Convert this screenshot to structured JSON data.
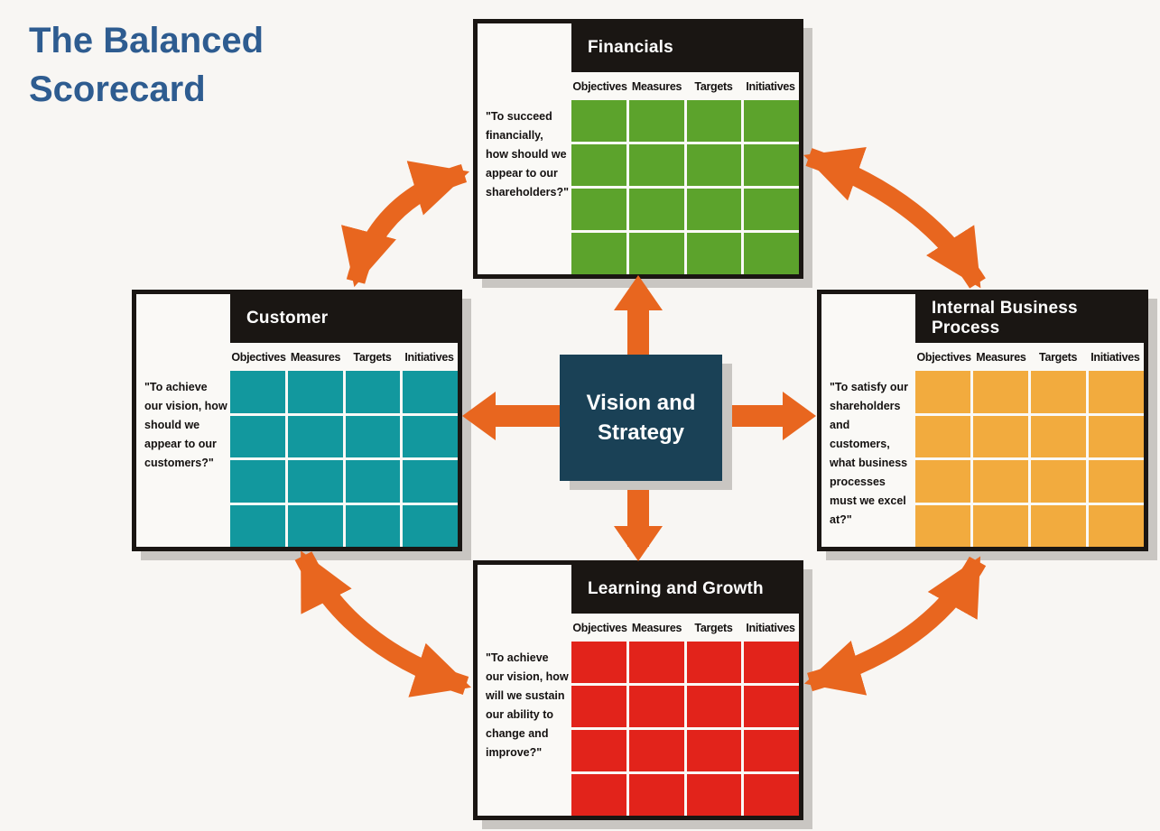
{
  "page_title": "The Balanced Scorecard",
  "center": {
    "label": "Vision and Strategy"
  },
  "columns": [
    "Objectives",
    "Measures",
    "Targets",
    "Initiatives"
  ],
  "cards": {
    "financials": {
      "title": "Financials",
      "question": "\"To succeed financially, how should we appear to our shareholders?\"",
      "color": "#5ca32c"
    },
    "customer": {
      "title": "Customer",
      "question": "\"To achieve our vision, how should we appear to our customers?\"",
      "color": "#12989e"
    },
    "internal": {
      "title": "Internal Business Process",
      "question": "\"To satisfy our shareholders and customers, what business processes must we excel at?\"",
      "color": "#f2ab3e"
    },
    "learning": {
      "title": "Learning and Growth",
      "question": "\"To achieve our vision, how will we sustain our ability to change and improve?\"",
      "color": "#e2231b"
    }
  },
  "colors": {
    "arrow": "#e8661f",
    "navy": "#1a4156",
    "title_blue": "#2e5c90",
    "ink": "#1a1613",
    "bg": "#f8f6f3",
    "shadow": "#c9c6c2",
    "band_text": "#ffffff"
  }
}
